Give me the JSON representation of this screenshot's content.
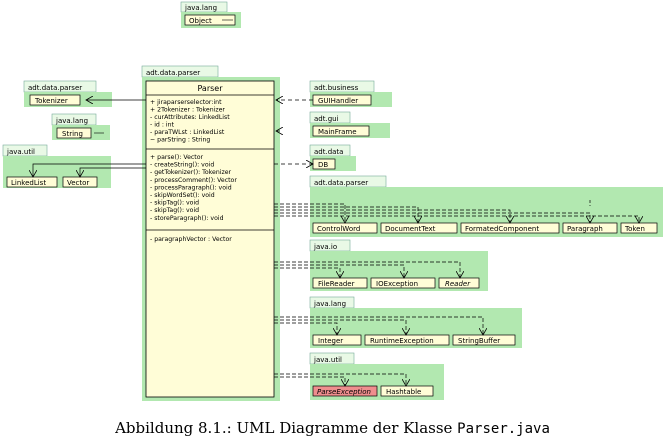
{
  "top_package": {
    "label": "java.lang",
    "class": "Object"
  },
  "main": {
    "package": "adt.data.parser",
    "class": "Parser",
    "attributes": [
      "+ jiraparserselector:int",
      "+ 2Tokenizer : Tokenizer",
      "- curAttributes: LinkedList",
      "- id : int",
      "- paraTWLst : LinkedList",
      "~ parString : String"
    ],
    "methods": [
      "+ parse(): Vector",
      "- createString(): void",
      "- getTokenizer(): Tokenizer",
      "- processComment(): Vector",
      "- processParagraph(): void",
      "- skipWordSet(): void",
      "- skipTag(): void",
      "- skipTag(): void",
      "- storeParagraph(): void"
    ],
    "extra": [
      "- paragraphVector : Vector"
    ]
  },
  "left_packages": [
    {
      "label": "adt.data.parser",
      "classes": [
        "Tokenizer"
      ]
    },
    {
      "label": "java.lang",
      "classes": [
        "String"
      ]
    },
    {
      "label": "java.util",
      "classes": [
        "LinkedList",
        "Vector"
      ]
    }
  ],
  "right_packages": [
    {
      "label": "adt.business",
      "classes": [
        "GUIHandler"
      ]
    },
    {
      "label": "adt.gui",
      "classes": [
        "MainFrame"
      ]
    },
    {
      "label": "adt.data",
      "classes": [
        "DB"
      ]
    },
    {
      "label": "adt.data.parser",
      "classes": [
        "ControlWord",
        "DocumentText",
        "FormatedComponent",
        "Paragraph",
        "Token"
      ]
    },
    {
      "label": "java.io",
      "classes": [
        "FileReader",
        "IOException",
        "Reader"
      ]
    },
    {
      "label": "java.lang",
      "classes": [
        "Integer",
        "RuntimeException",
        "StringBuffer"
      ]
    },
    {
      "label": "java.util",
      "classes": [
        "ParseException",
        "Hashtable"
      ]
    }
  ],
  "caption": {
    "prefix": "Abbildung 8.1.: UML Diagramme der Klasse ",
    "class_name": "Parser.java"
  },
  "colors": {
    "package_fill": "#b2e8b0",
    "package_tab": "#e9f9e6",
    "class_fill": "#fffdd7",
    "highlight_class": "#ef8e8e",
    "line": "#000000"
  }
}
